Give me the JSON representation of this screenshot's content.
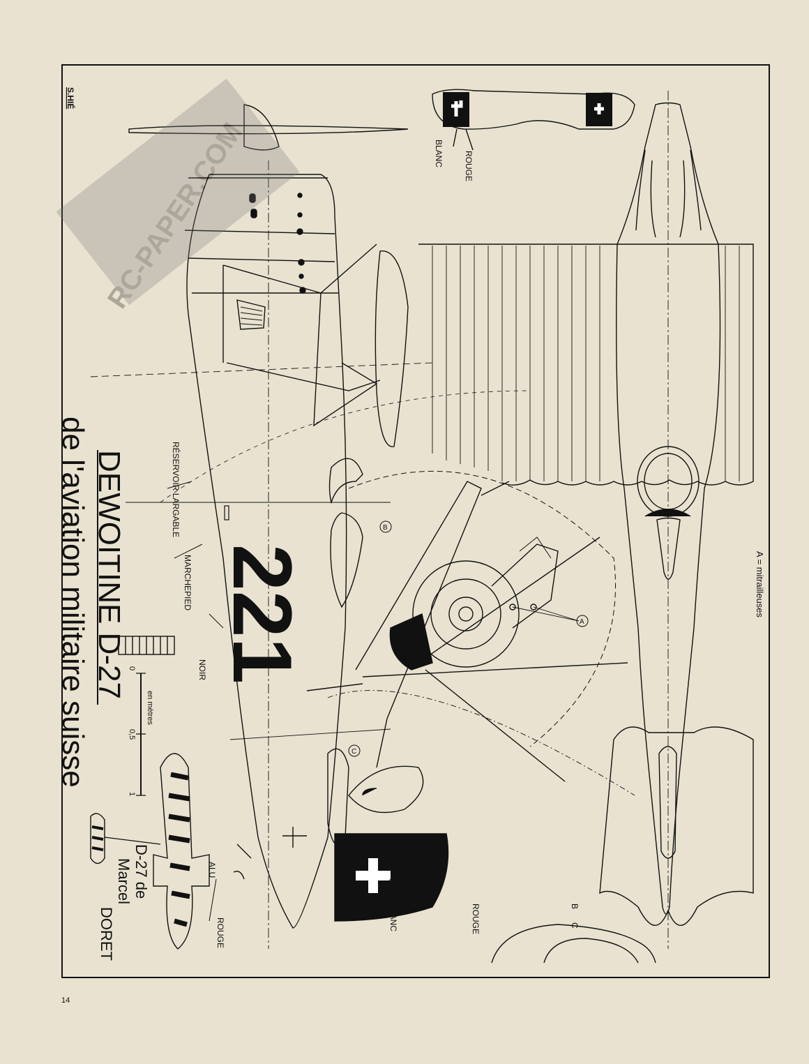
{
  "page_number": "14",
  "signature": "S.HIÉ",
  "watermark": "RC-PAPER.COM",
  "title_main": "DEWOITINE D-27",
  "title_sub": "de l'aviation militaire suisse",
  "registration_number": "221",
  "legend_a": "A = mitrailleuses",
  "scale": {
    "unit_label": "en mètres",
    "tick_0": "0",
    "tick_05": "0,5",
    "tick_1": "1"
  },
  "labels": {
    "rouge": "ROUGE",
    "blanc": "BLANC",
    "noir": "NOIR",
    "alu": "ALU",
    "reservoir": "RÉSERVOIR LARGABLE",
    "marchepied": "MARCHEPIED",
    "marker_a": "A",
    "marker_b": "B",
    "marker_c": "C",
    "section_b": "B",
    "section_c": "C"
  },
  "caption_doret": [
    "D-27 de",
    "Marcel",
    "DORET"
  ],
  "colors": {
    "paper": "#e9e2d0",
    "ink": "#111111"
  }
}
